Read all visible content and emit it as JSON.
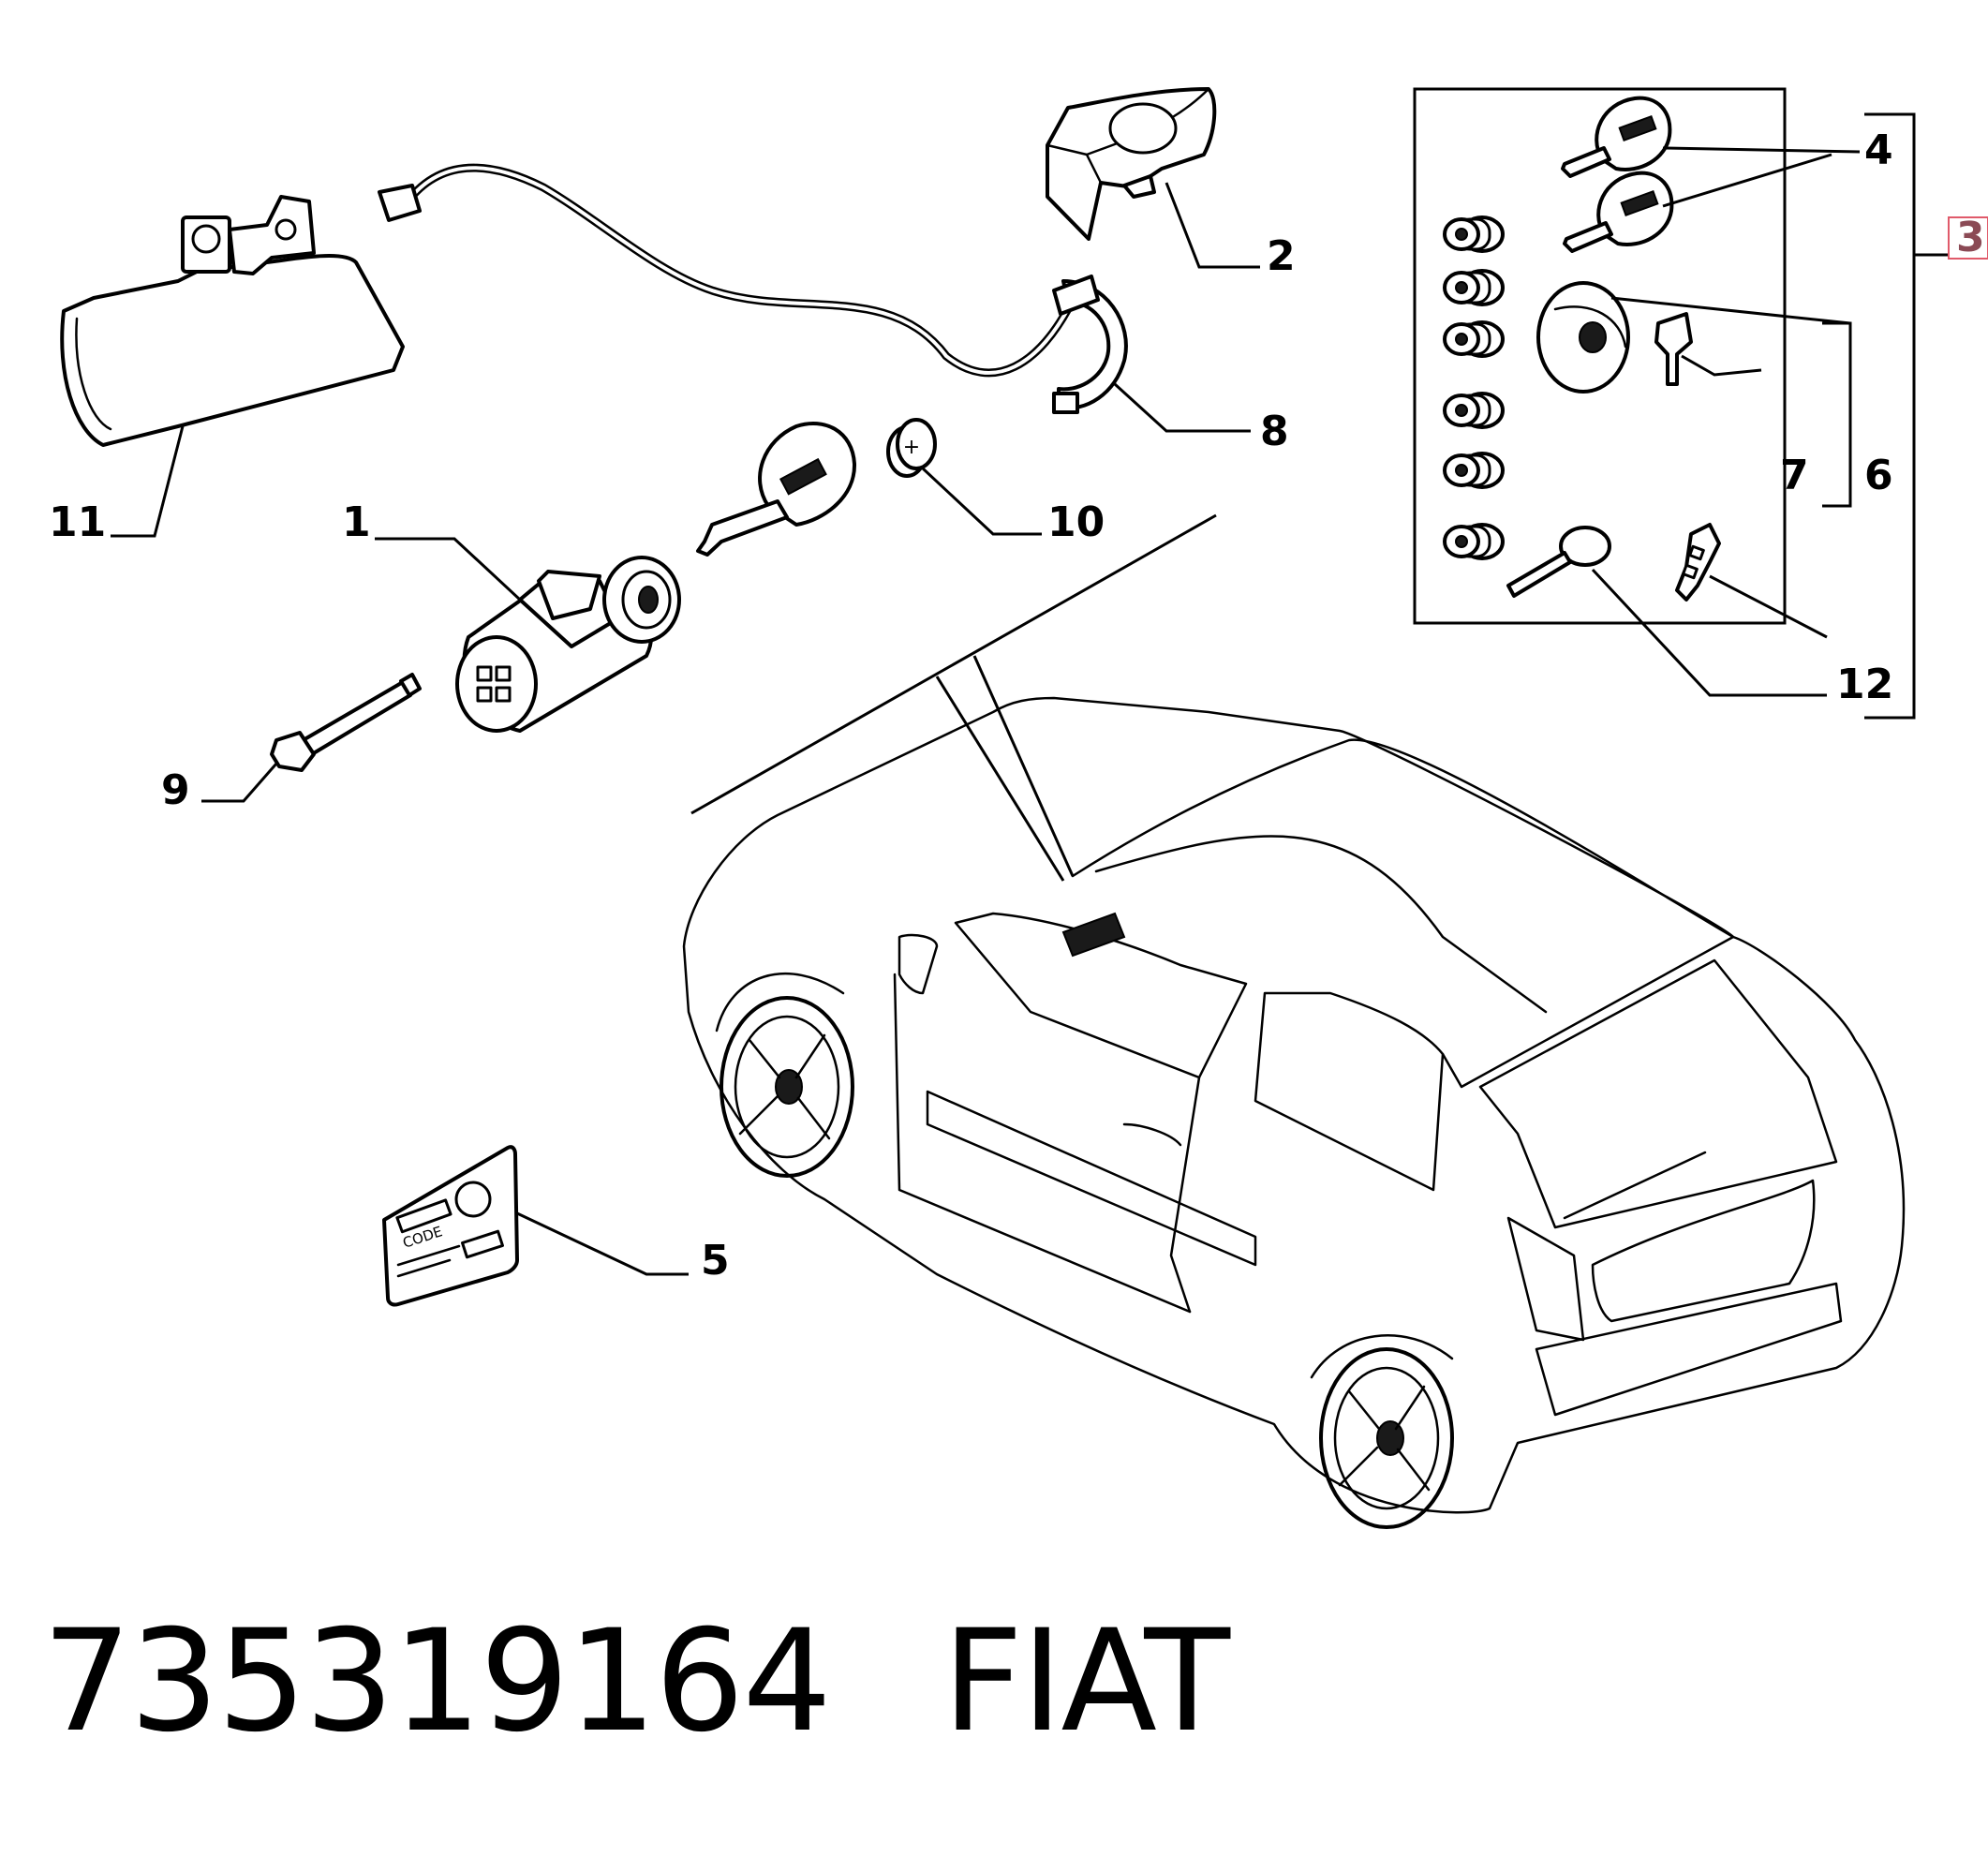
{
  "caption": {
    "part_number": "735319164",
    "brand": "FIAT"
  },
  "callouts": {
    "c1": "1",
    "c2": "2",
    "c3": "3",
    "c4": "4",
    "c5": "5",
    "c6": "6",
    "c7": "7",
    "c8": "8",
    "c9": "9",
    "c10": "10",
    "c11": "11",
    "c12": "12"
  },
  "colors": {
    "highlight_callout": "#8b4a55",
    "highlight_box": "#e05a6a"
  },
  "parts": {
    "p5": {
      "card_text": [
        "CODE"
      ]
    },
    "p10": {
      "mark": "+"
    }
  }
}
